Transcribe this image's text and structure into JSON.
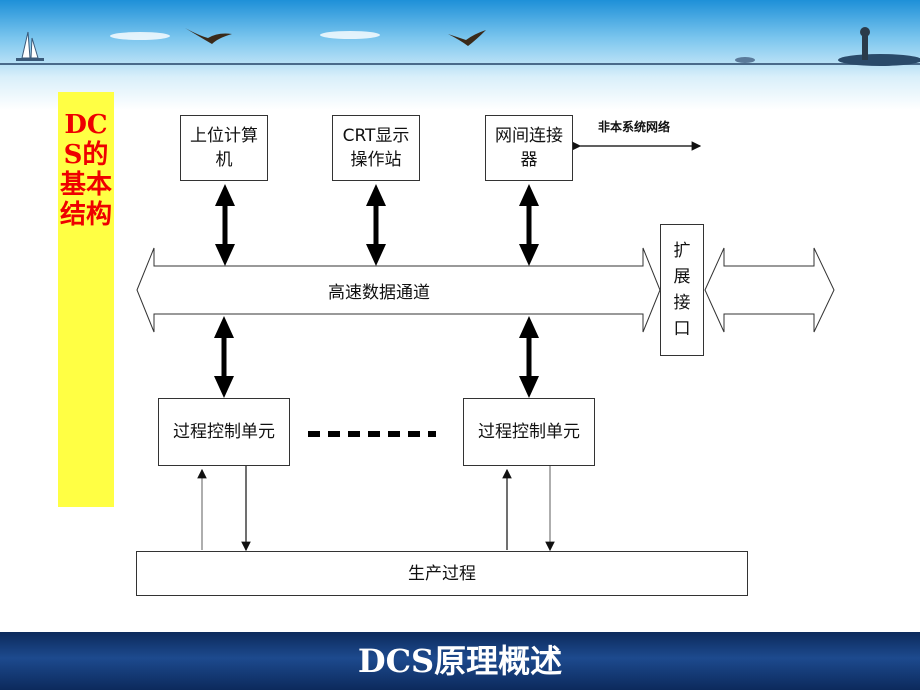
{
  "side_title": "DCS的基本结构",
  "boxes": {
    "host_computer": "上位计算机",
    "crt_station": "CRT显示操作站",
    "gateway": "网间连接器",
    "expansion": "扩展接口",
    "pcu_left": "过程控制单元",
    "pcu_right": "过程控制单元",
    "production": "生产过程"
  },
  "labels": {
    "highway": "高速数据通道",
    "external_network": "非本系统网络"
  },
  "footer": {
    "title": "DCS原理概述"
  }
}
